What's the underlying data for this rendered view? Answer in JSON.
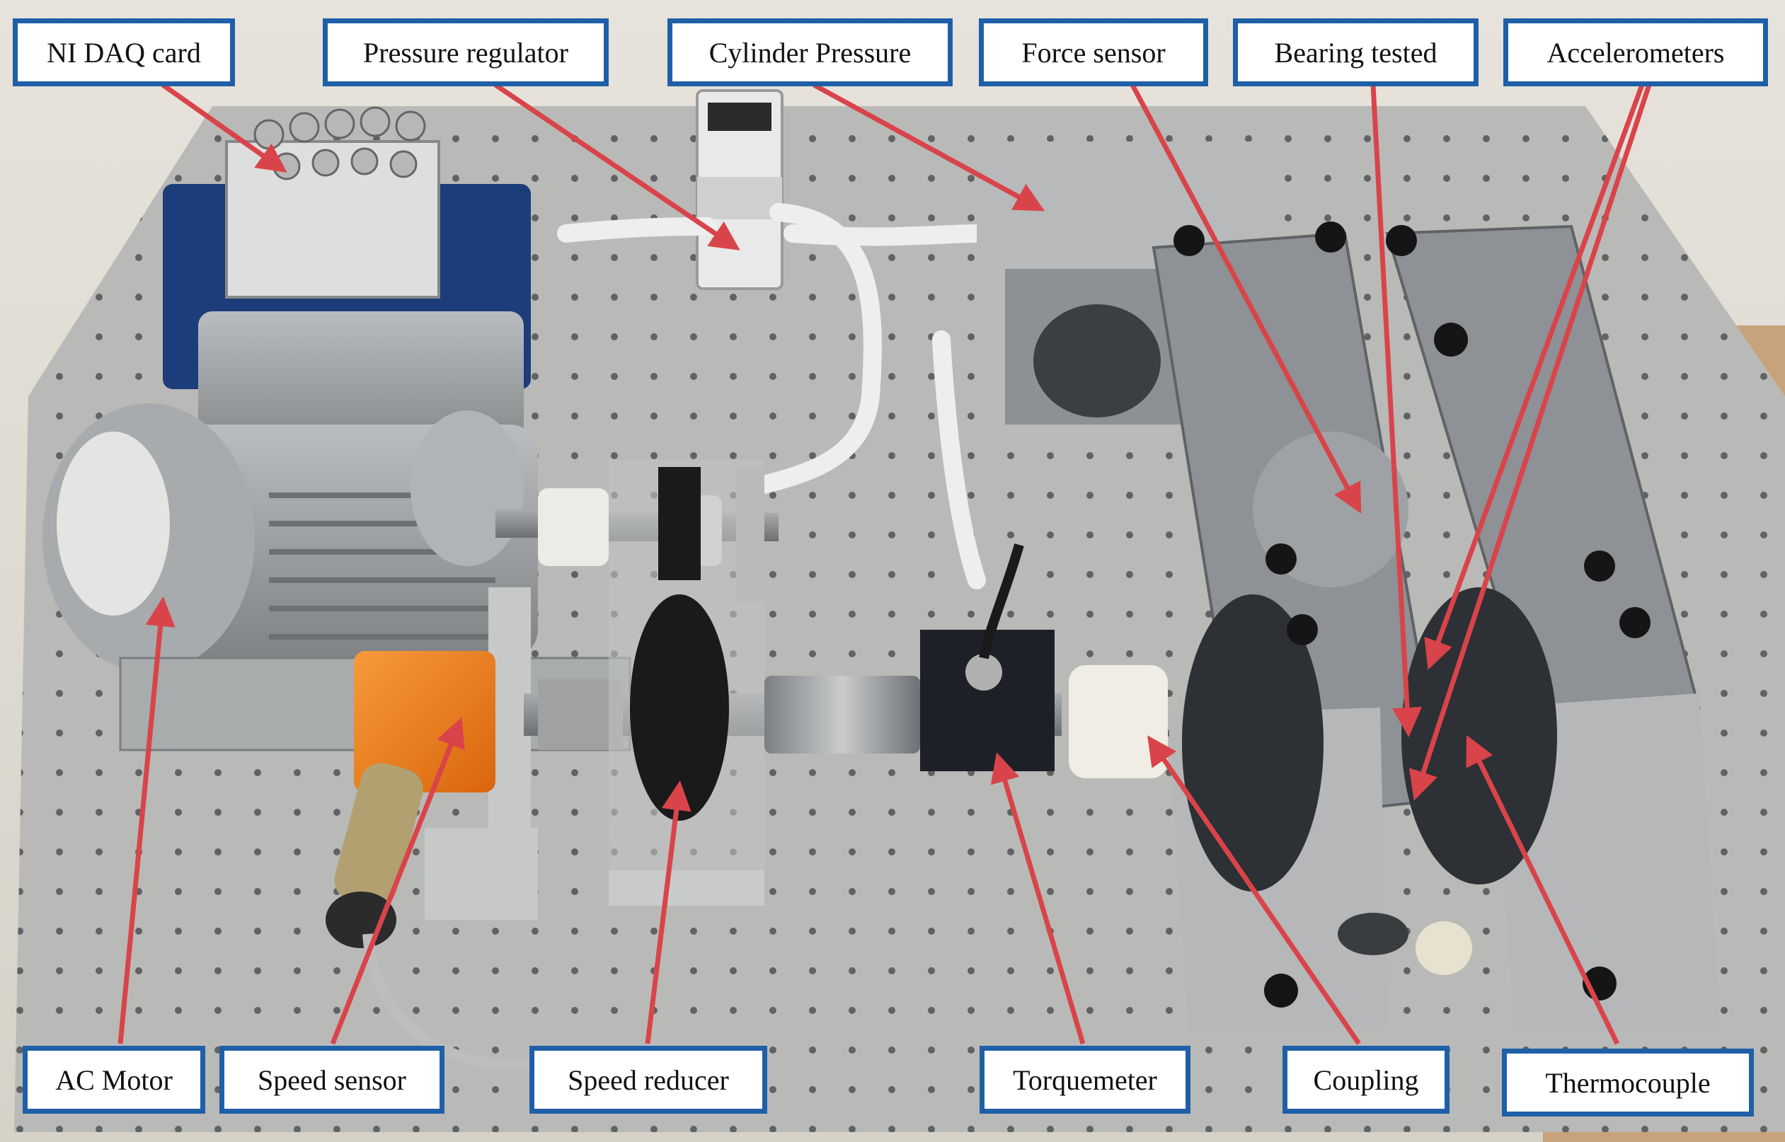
{
  "labels": {
    "ni_daq": "NI DAQ card",
    "pressure_regulator": "Pressure regulator",
    "cylinder_pressure": "Cylinder Pressure",
    "force_sensor": "Force sensor",
    "bearing_tested": "Bearing tested",
    "accelerometers": "Accelerometers",
    "ac_motor": "AC Motor",
    "speed_sensor": "Speed sensor",
    "speed_reducer": "Speed reducer",
    "torquemeter": "Torquemeter",
    "coupling": "Coupling",
    "thermocouple": "Thermocouple"
  },
  "colors": {
    "label_border": "#1f5fa8",
    "arrow": "#d9444a",
    "motor": "#9ea3a6",
    "sensor_orange": "#f07f1a",
    "plate": "#b8b9b6",
    "steel": "#8f9295",
    "belt": "#1a1a1a"
  }
}
